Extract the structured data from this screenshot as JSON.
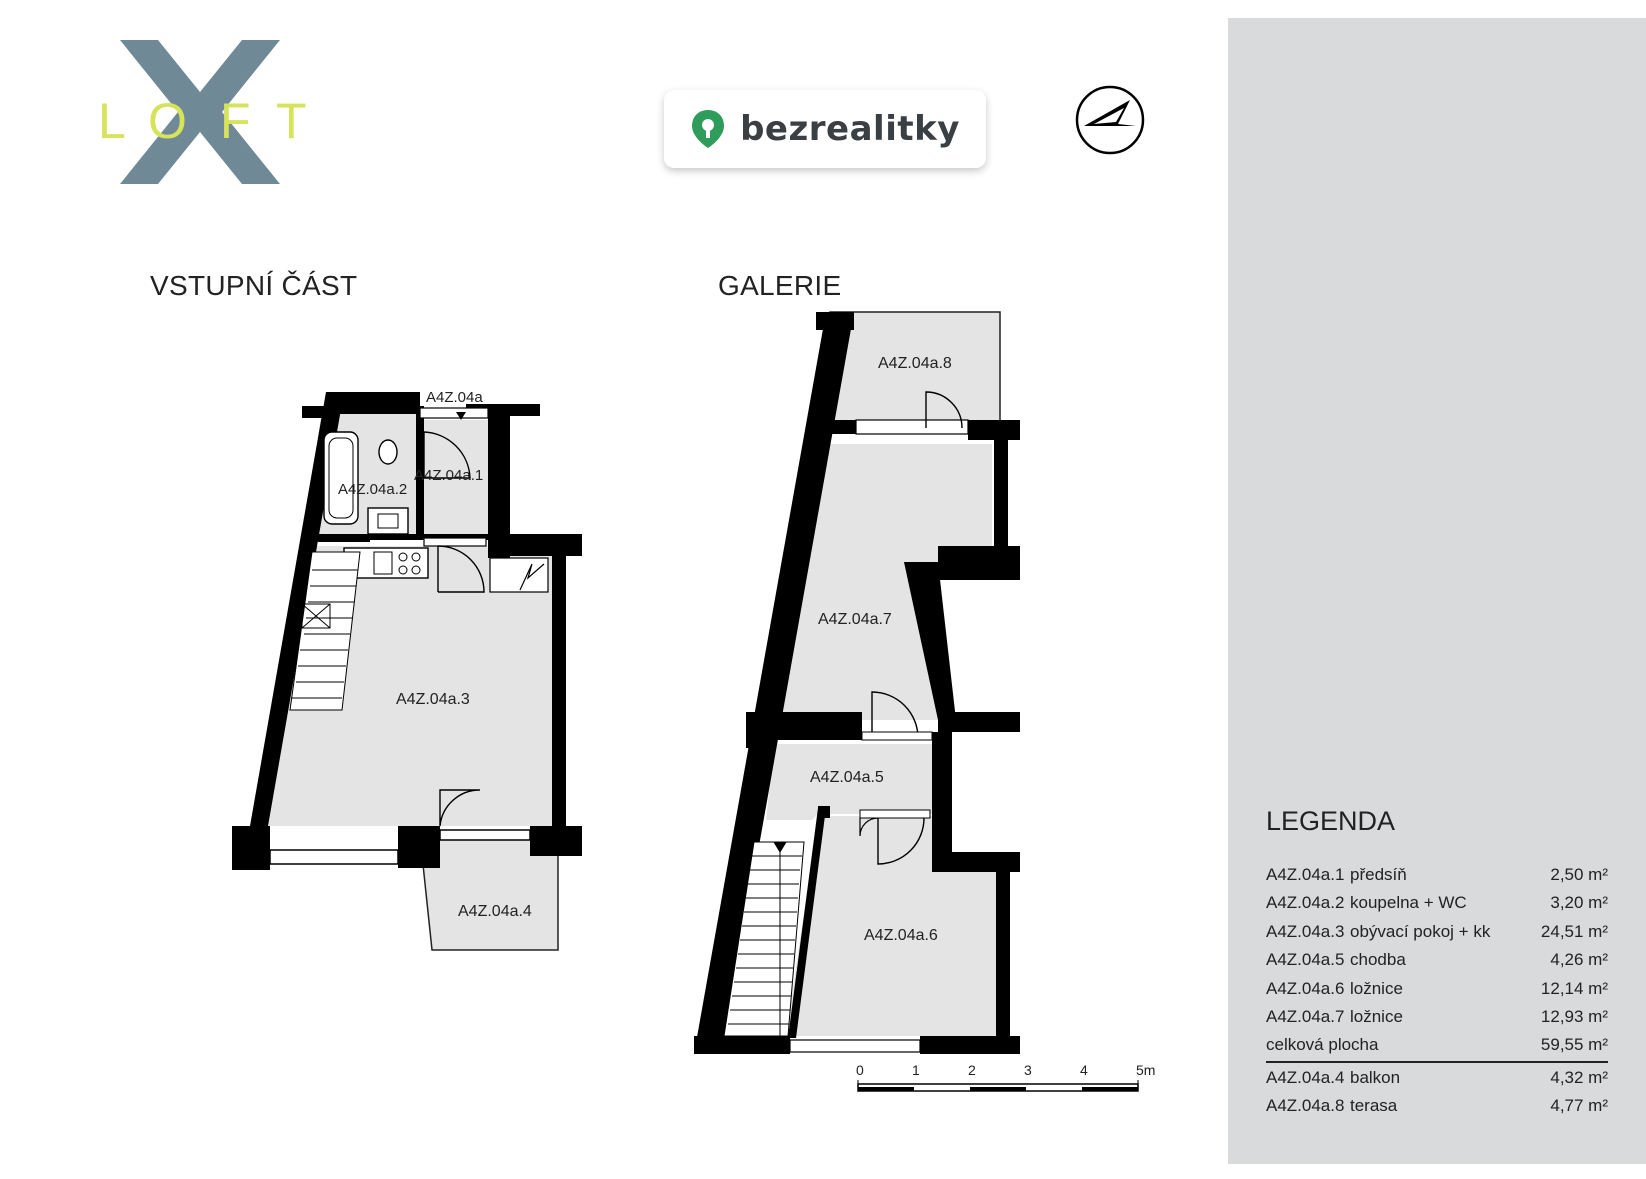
{
  "logo": {
    "text": "LOFT",
    "letters": [
      "L",
      "O",
      "F",
      "T"
    ]
  },
  "brand": {
    "name": "bezrealitky"
  },
  "plans": {
    "entry_title": "VSTUPNÍ ČÁST",
    "gallery_title": "GALERIE",
    "entry_marker": "A4Z.04a",
    "rooms": {
      "r1": "A4Z.04a.1",
      "r2": "A4Z.04a.2",
      "r3": "A4Z.04a.3",
      "r4": "A4Z.04a.4",
      "r5": "A4Z.04a.5",
      "r6": "A4Z.04a.6",
      "r7": "A4Z.04a.7",
      "r8": "A4Z.04a.8"
    }
  },
  "scale": {
    "ticks": [
      "0",
      "1",
      "2",
      "3",
      "4",
      "5m"
    ]
  },
  "legend": {
    "title": "LEGENDA",
    "rows": [
      {
        "code": "A4Z.04a.1",
        "name": "předsíň",
        "area": "2,50 m²"
      },
      {
        "code": "A4Z.04a.2",
        "name": "koupelna + WC",
        "area": "3,20 m²"
      },
      {
        "code": "A4Z.04a.3",
        "name": "obývací pokoj + kk",
        "area": "24,51 m²"
      },
      {
        "code": "A4Z.04a.5",
        "name": "chodba",
        "area": "4,26 m²"
      },
      {
        "code": "A4Z.04a.6",
        "name": "ložnice",
        "area": "12,14 m²"
      },
      {
        "code": "A4Z.04a.7",
        "name": "ložnice",
        "area": "12,93 m²"
      }
    ],
    "total": {
      "label": "celková plocha",
      "area": "59,55 m²"
    },
    "extra_rows": [
      {
        "code": "A4Z.04a.4",
        "name": "balkon",
        "area": "4,32 m²"
      },
      {
        "code": "A4Z.04a.8",
        "name": "terasa",
        "area": "4,77 m²"
      }
    ]
  },
  "colors": {
    "room_fill": "#e4e4e5",
    "wall": "#000000",
    "legend_bg": "#d9dadc",
    "logo_x": "#6f8a96",
    "logo_text": "#d7e35a",
    "brand_green": "#2e9c5a",
    "brand_text": "#3a3f44"
  }
}
